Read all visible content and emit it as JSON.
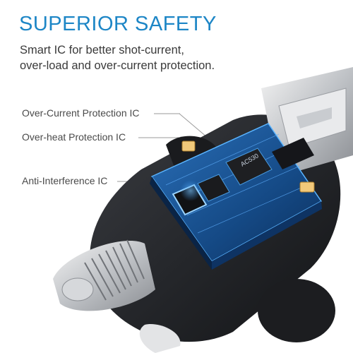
{
  "headline": "SUPERIOR SAFETY",
  "description": {
    "line1": "Smart IC for better shot-current,",
    "line2": "over-load and over-current protection."
  },
  "callouts": [
    "Over-Current Protection IC",
    "Over-heat Protection IC",
    "Anti-Interference IC"
  ],
  "chip_marking": "AC530",
  "colors": {
    "accent": "#1d86c6",
    "housing": "#2a2c30",
    "pcb": "#1a4d8a",
    "glow": "#3fa2ff",
    "text": "#3a3a3a"
  }
}
